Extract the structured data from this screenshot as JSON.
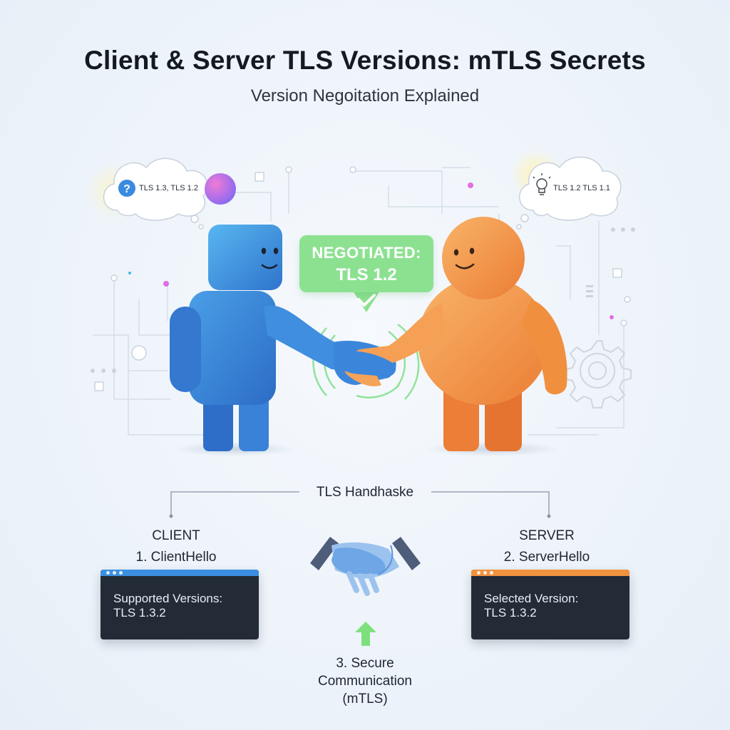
{
  "title": "Client & Server TLS Versions: mTLS Secrets",
  "subtitle": "Version Negoitation Explained",
  "client_thought": "TLS 1.3, TLS 1.2",
  "server_thought": "TLS 1.2 TLS 1.1",
  "negotiated": {
    "line1": "NEGOTIATED:",
    "line2": "TLS 1.2"
  },
  "handshake_label": "TLS Handhaske",
  "client": {
    "heading": "CLIENT",
    "step": "1. ClientHello",
    "panel_line1": "Supported Versions:",
    "panel_line2": "TLS 1.3.2",
    "accent": "#3b8fe0"
  },
  "server": {
    "heading": "SERVER",
    "step": "2. ServerHello",
    "panel_line1": "Selected Version:",
    "panel_line2": "TLS 1.3.2",
    "accent": "#f0923e"
  },
  "secure": {
    "line1": "3. Secure",
    "line2": "Communication",
    "line3": "(mTLS)"
  },
  "colors": {
    "client_figure": "#3d86d8",
    "server_figure": "#f08c3c",
    "negotiated_bubble": "#8ce190",
    "check_green": "#6fd474"
  },
  "icons": [
    "question-icon",
    "lightbulb-icon",
    "checkmark-icon",
    "handshake-icon",
    "arrow-up-icon",
    "gear-icon"
  ]
}
